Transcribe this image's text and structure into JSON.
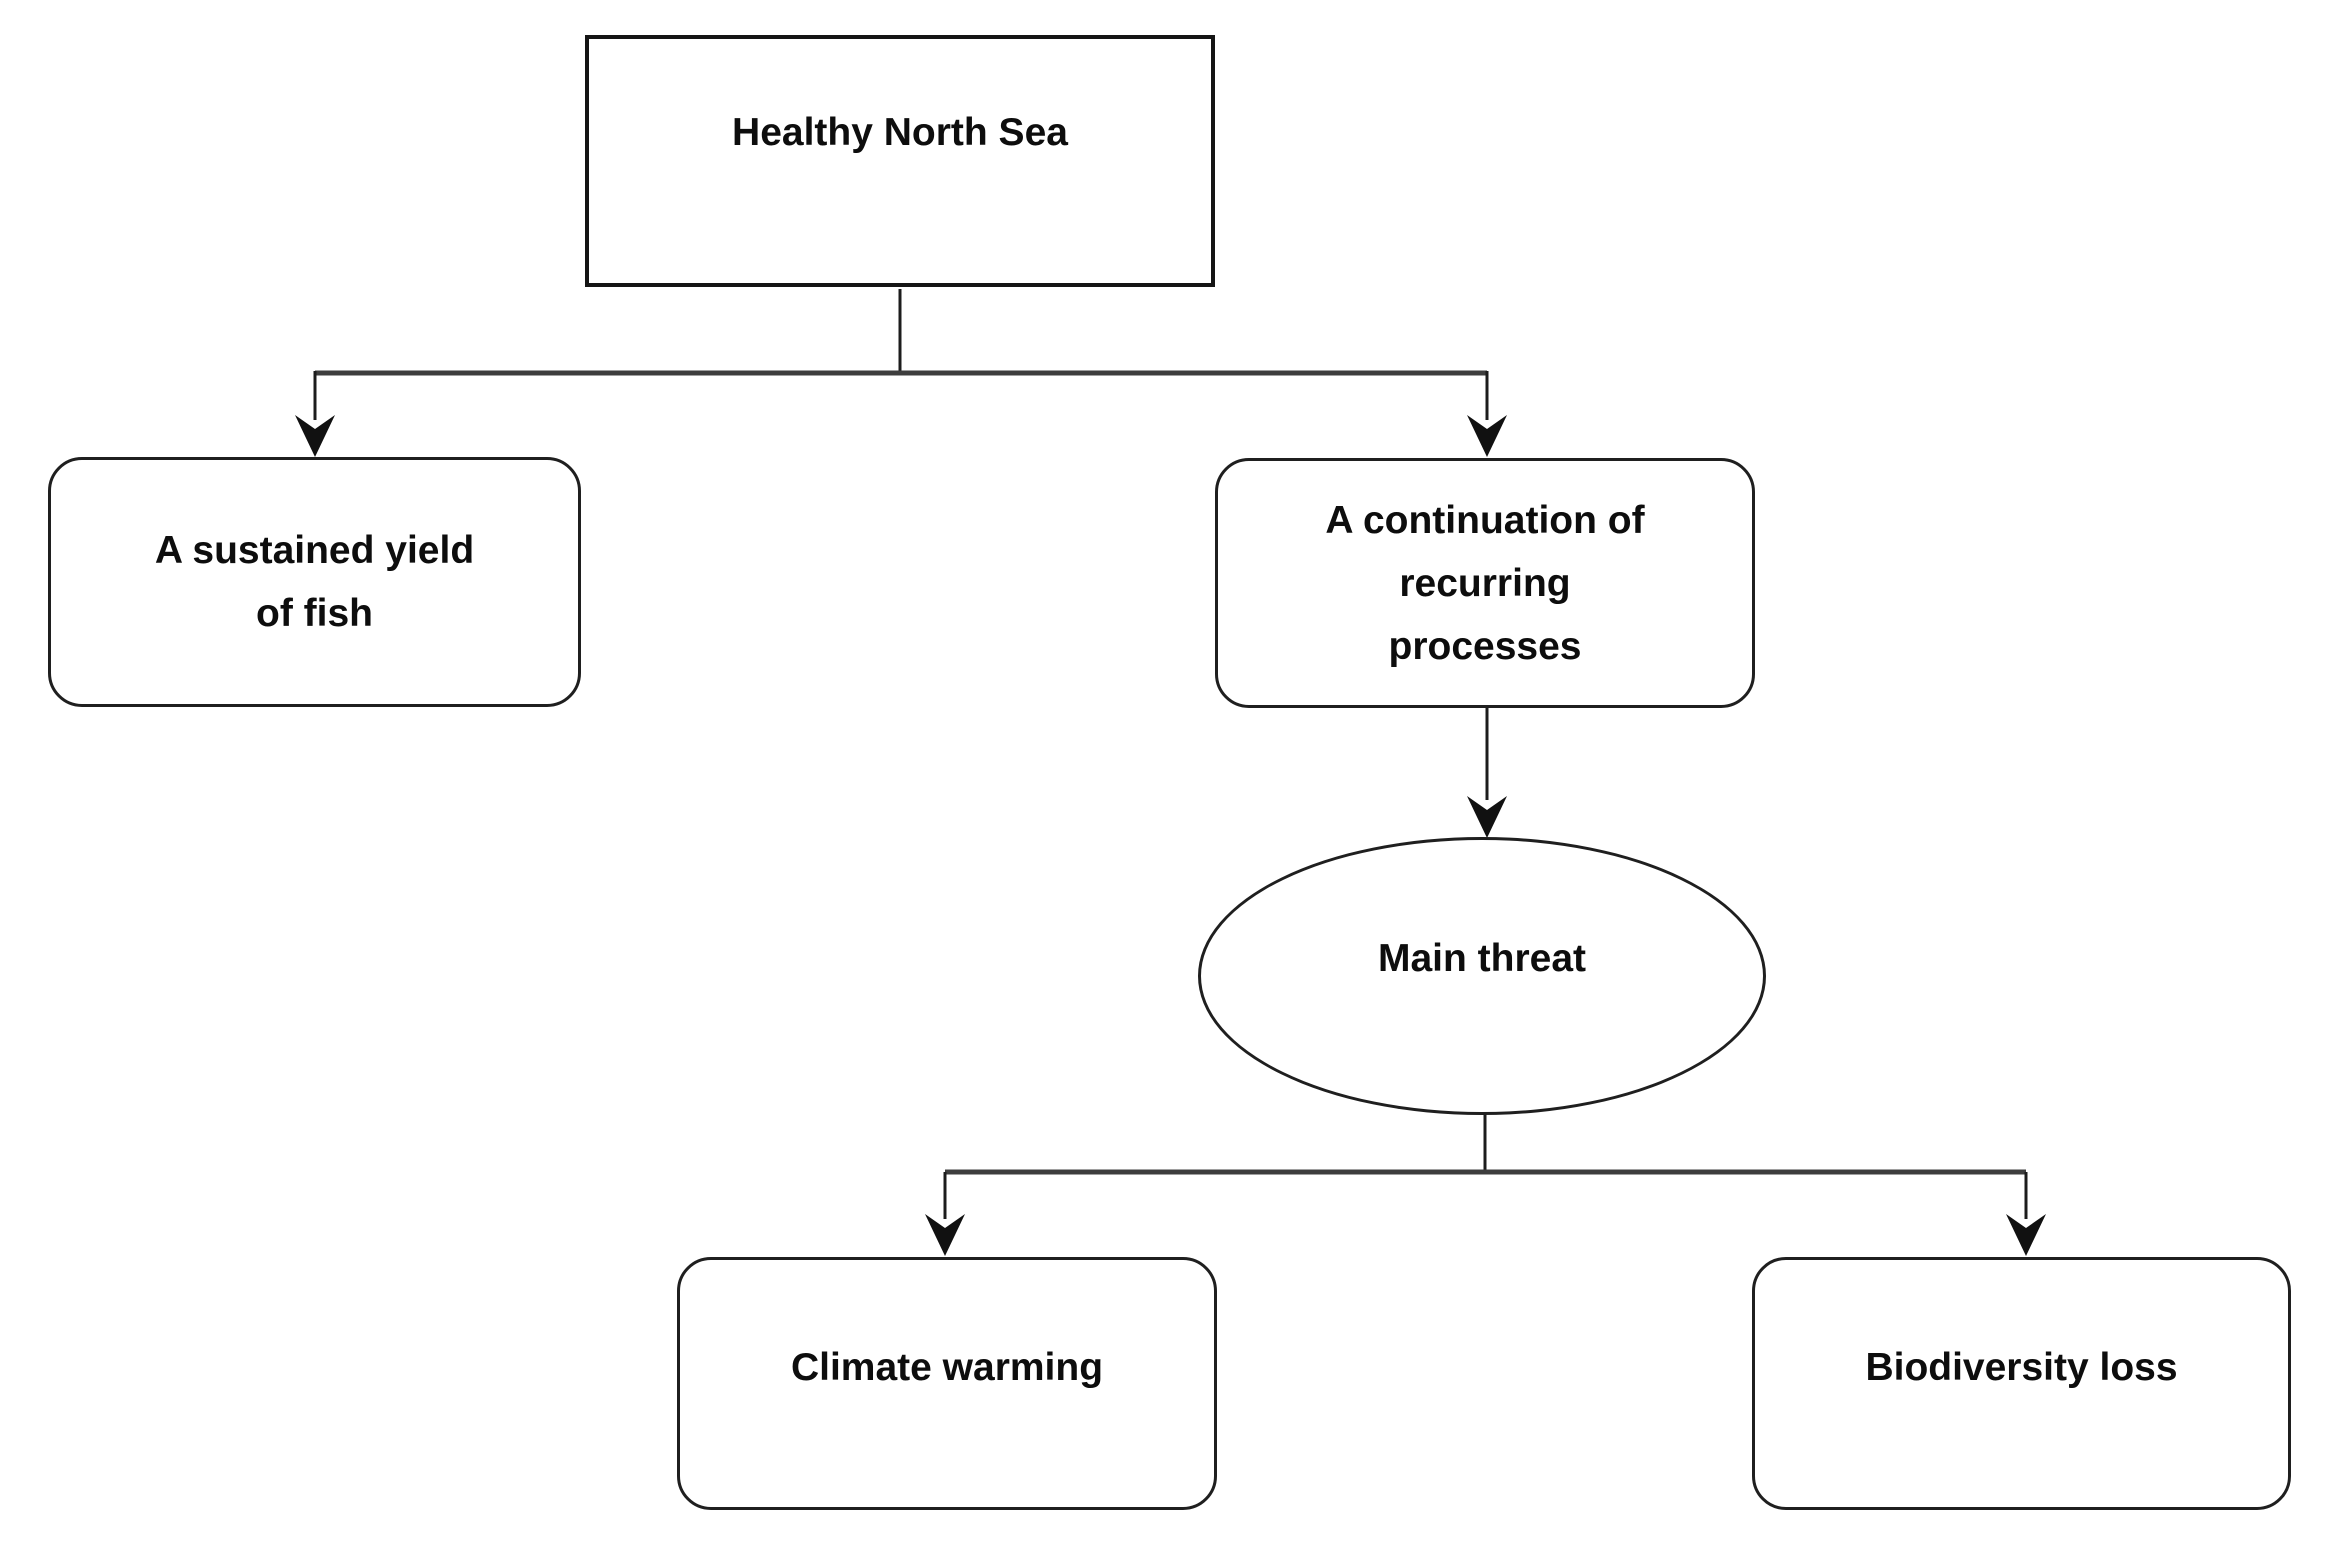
{
  "diagram": {
    "background": "#ffffff",
    "colors": {
      "node_border": "#1f1f1f",
      "node_fill": "#ffffff",
      "text": "#0d0d0d",
      "connector_line": "#1c1c1c",
      "branch_line": "#3d3d3d"
    },
    "nodes": [
      {
        "id": "healthy-north-sea",
        "shape": "rectangle",
        "label": "Healthy North Sea",
        "lines": [
          "Healthy North Sea"
        ]
      },
      {
        "id": "sustained-yield-of-fish",
        "shape": "rounded-rectangle",
        "label": "A sustained yield of fish",
        "lines": [
          "A sustained yield",
          "of fish"
        ]
      },
      {
        "id": "continuation-of-recurring-processes",
        "shape": "rounded-rectangle",
        "label": "A continuation of recurring processes",
        "lines": [
          "A continuation of",
          "recurring",
          "processes"
        ]
      },
      {
        "id": "main-threat",
        "shape": "ellipse",
        "label": "Main threat",
        "lines": [
          "Main threat"
        ]
      },
      {
        "id": "climate-warming",
        "shape": "rounded-rectangle",
        "label": "Climate warming",
        "lines": [
          "Climate warming"
        ]
      },
      {
        "id": "biodiversity-loss",
        "shape": "rounded-rectangle",
        "label": "Biodiversity loss",
        "lines": [
          "Biodiversity loss"
        ]
      }
    ],
    "edges": [
      {
        "from": "healthy-north-sea",
        "to": "sustained-yield-of-fish",
        "style": "elbow-arrow"
      },
      {
        "from": "healthy-north-sea",
        "to": "continuation-of-recurring-processes",
        "style": "elbow-arrow"
      },
      {
        "from": "continuation-of-recurring-processes",
        "to": "main-threat",
        "style": "straight-arrow"
      },
      {
        "from": "main-threat",
        "to": "climate-warming",
        "style": "elbow-arrow"
      },
      {
        "from": "main-threat",
        "to": "biodiversity-loss",
        "style": "elbow-arrow"
      }
    ]
  }
}
